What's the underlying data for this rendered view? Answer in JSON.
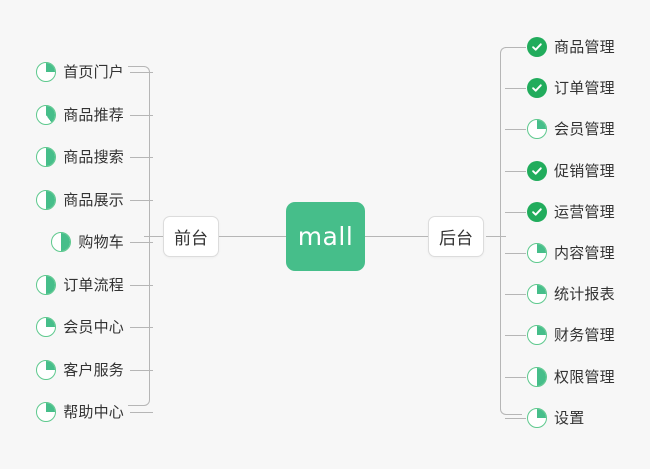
{
  "diagram": {
    "type": "mindmap",
    "title": "mall",
    "background_color": "#f7f7f7",
    "accent_color": "#46be8a",
    "done_color": "#21ac5c",
    "ring_color": "#5ec98e",
    "line_color": "#b6b6b6",
    "text_color": "#333333"
  },
  "root": {
    "label": "mall"
  },
  "branches": [
    {
      "id": "frontend",
      "label": "前台",
      "side": "left",
      "items": [
        {
          "label": "首页门户",
          "status": "partial",
          "progress": 25,
          "icon": "pie-icon"
        },
        {
          "label": "商品推荐",
          "status": "partial",
          "progress": 40,
          "icon": "pie-icon"
        },
        {
          "label": "商品搜索",
          "status": "partial",
          "progress": 50,
          "icon": "pie-icon"
        },
        {
          "label": "商品展示",
          "status": "partial",
          "progress": 50,
          "icon": "pie-icon"
        },
        {
          "label": "购物车",
          "status": "partial",
          "progress": 50,
          "icon": "pie-icon"
        },
        {
          "label": "订单流程",
          "status": "partial",
          "progress": 50,
          "icon": "pie-icon"
        },
        {
          "label": "会员中心",
          "status": "partial",
          "progress": 25,
          "icon": "pie-icon"
        },
        {
          "label": "客户服务",
          "status": "partial",
          "progress": 25,
          "icon": "pie-icon"
        },
        {
          "label": "帮助中心",
          "status": "partial",
          "progress": 25,
          "icon": "pie-icon"
        }
      ]
    },
    {
      "id": "backend",
      "label": "后台",
      "side": "right",
      "items": [
        {
          "label": "商品管理",
          "status": "done",
          "progress": 100,
          "icon": "check-circle-icon"
        },
        {
          "label": "订单管理",
          "status": "done",
          "progress": 100,
          "icon": "check-circle-icon"
        },
        {
          "label": "会员管理",
          "status": "partial",
          "progress": 25,
          "icon": "pie-icon"
        },
        {
          "label": "促销管理",
          "status": "done",
          "progress": 100,
          "icon": "check-circle-icon"
        },
        {
          "label": "运营管理",
          "status": "done",
          "progress": 100,
          "icon": "check-circle-icon"
        },
        {
          "label": "内容管理",
          "status": "partial",
          "progress": 25,
          "icon": "pie-icon"
        },
        {
          "label": "统计报表",
          "status": "partial",
          "progress": 25,
          "icon": "pie-icon"
        },
        {
          "label": "财务管理",
          "status": "partial",
          "progress": 25,
          "icon": "pie-icon"
        },
        {
          "label": "权限管理",
          "status": "partial",
          "progress": 50,
          "icon": "pie-icon"
        },
        {
          "label": "设置",
          "status": "partial",
          "progress": 25,
          "icon": "pie-icon"
        }
      ]
    }
  ]
}
